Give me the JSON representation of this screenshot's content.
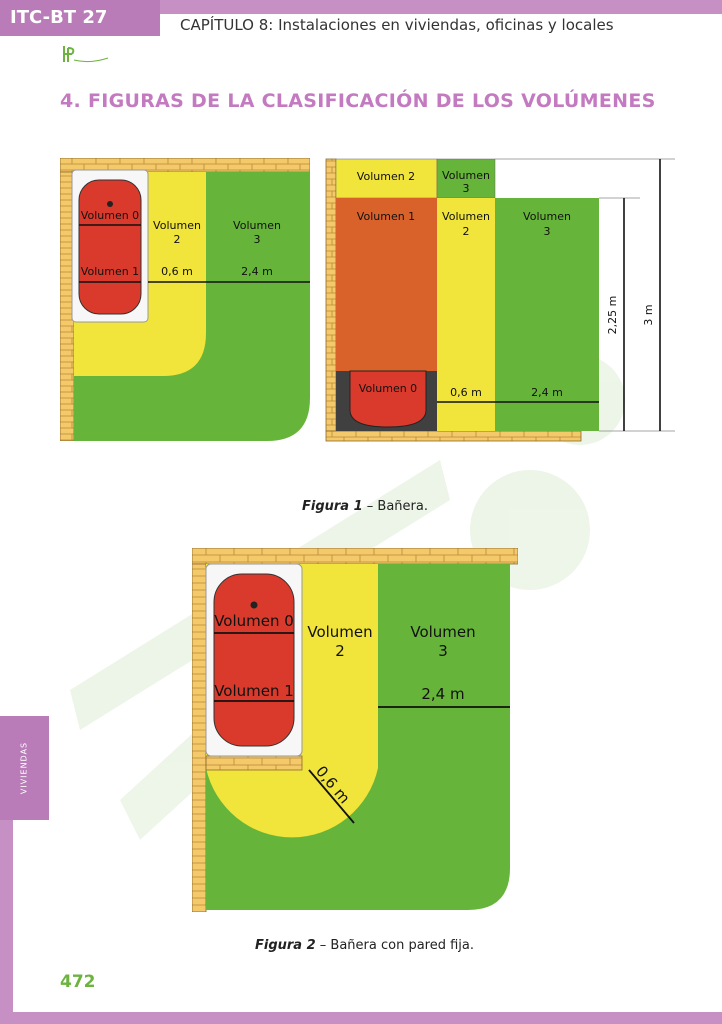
{
  "header": {
    "code": "ITC-BT 27",
    "chapter": "CAPÍTULO 8: Instalaciones en viviendas, oficinas y locales"
  },
  "section_title": "4. FIGURAS DE LA CLASIFICACIÓN DE LOS VOLÚMENES",
  "side_tab": "VIVIENDAS",
  "page_number": "472",
  "colors": {
    "header_purple": "#b97cb8",
    "title_purple": "#c47ac1",
    "page_number_green": "#6cb33f",
    "volume_0_red": "#d93a2b",
    "volume_1_orange": "#d9622b",
    "volume_2_yellow": "#f1e43a",
    "volume_3_green": "#66b53a",
    "wall_brick": "#f4c96a"
  },
  "figure1": {
    "plan": {
      "vol0": "Volumen 0",
      "vol1": "Volumen 1",
      "vol2_line1": "Volumen",
      "vol2_line2": "2",
      "vol3_line1": "Volumen",
      "vol3_line2": "3",
      "dim_06": "0,6 m",
      "dim_24": "2,4 m"
    },
    "elevation": {
      "vol2_top": "Volumen 2",
      "vol3_top_line1": "Volumen",
      "vol3_top_line2": "3",
      "vol1": "Volumen 1",
      "vol2_line1": "Volumen",
      "vol2_line2": "2",
      "vol3_line1": "Volumen",
      "vol3_line2": "3",
      "vol0": "Volumen 0",
      "dim_06": "0,6 m",
      "dim_24": "2,4 m",
      "dim_225": "2,25 m",
      "dim_3": "3 m"
    },
    "caption_label": "Figura 1",
    "caption_text": " – Bañera."
  },
  "figure2": {
    "vol0": "Volumen 0",
    "vol1": "Volumen 1",
    "vol2_line1": "Volumen",
    "vol2_line2": "2",
    "vol3_line1": "Volumen",
    "vol3_line2": "3",
    "dim_24": "2,4 m",
    "dim_06": "0,6 m",
    "caption_label": "Figura 2",
    "caption_text": " – Bañera con pared fija."
  }
}
